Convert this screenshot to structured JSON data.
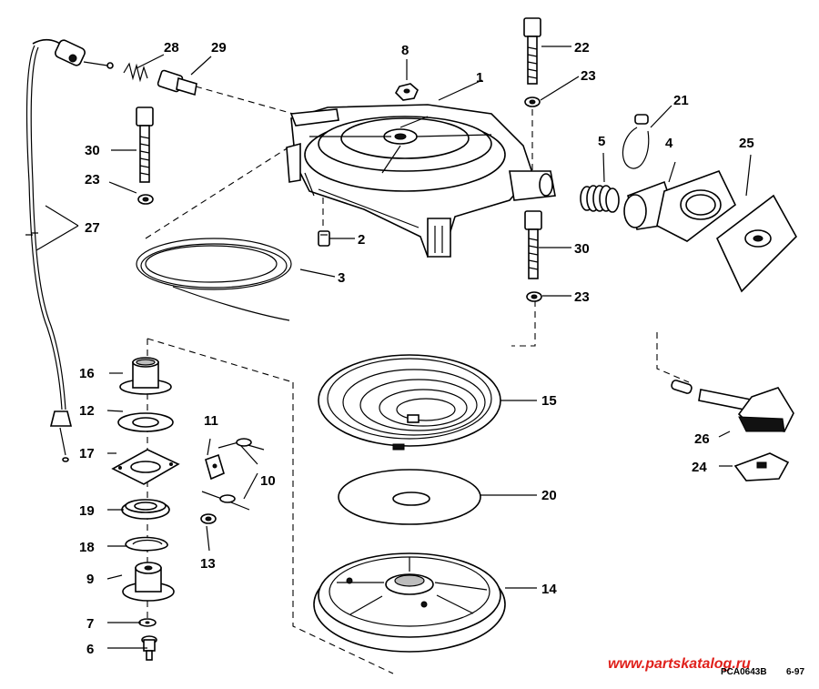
{
  "diagram": {
    "labels": {
      "p1": "1",
      "p2": "2",
      "p3": "3",
      "p4": "4",
      "p5": "5",
      "p6": "6",
      "p7": "7",
      "p8": "8",
      "p9": "9",
      "p10": "10",
      "p11": "11",
      "p12": "12",
      "p13": "13",
      "p14": "14",
      "p15": "15",
      "p16": "16",
      "p17": "17",
      "p18": "18",
      "p19": "19",
      "p20": "20",
      "p21": "21",
      "p22": "22",
      "p23a": "23",
      "p23b": "23",
      "p23c": "23",
      "p24": "24",
      "p25": "25",
      "p26": "26",
      "p27": "27",
      "p28": "28",
      "p29": "29",
      "p30a": "30",
      "p30b": "30"
    },
    "watermark": "www.partskatalog.ru",
    "drawing_code": "PCA0643B",
    "date_code": "6-97"
  },
  "colors": {
    "line": "#000000",
    "watermark": "#e0201b",
    "shade": "#bdbdbd"
  }
}
